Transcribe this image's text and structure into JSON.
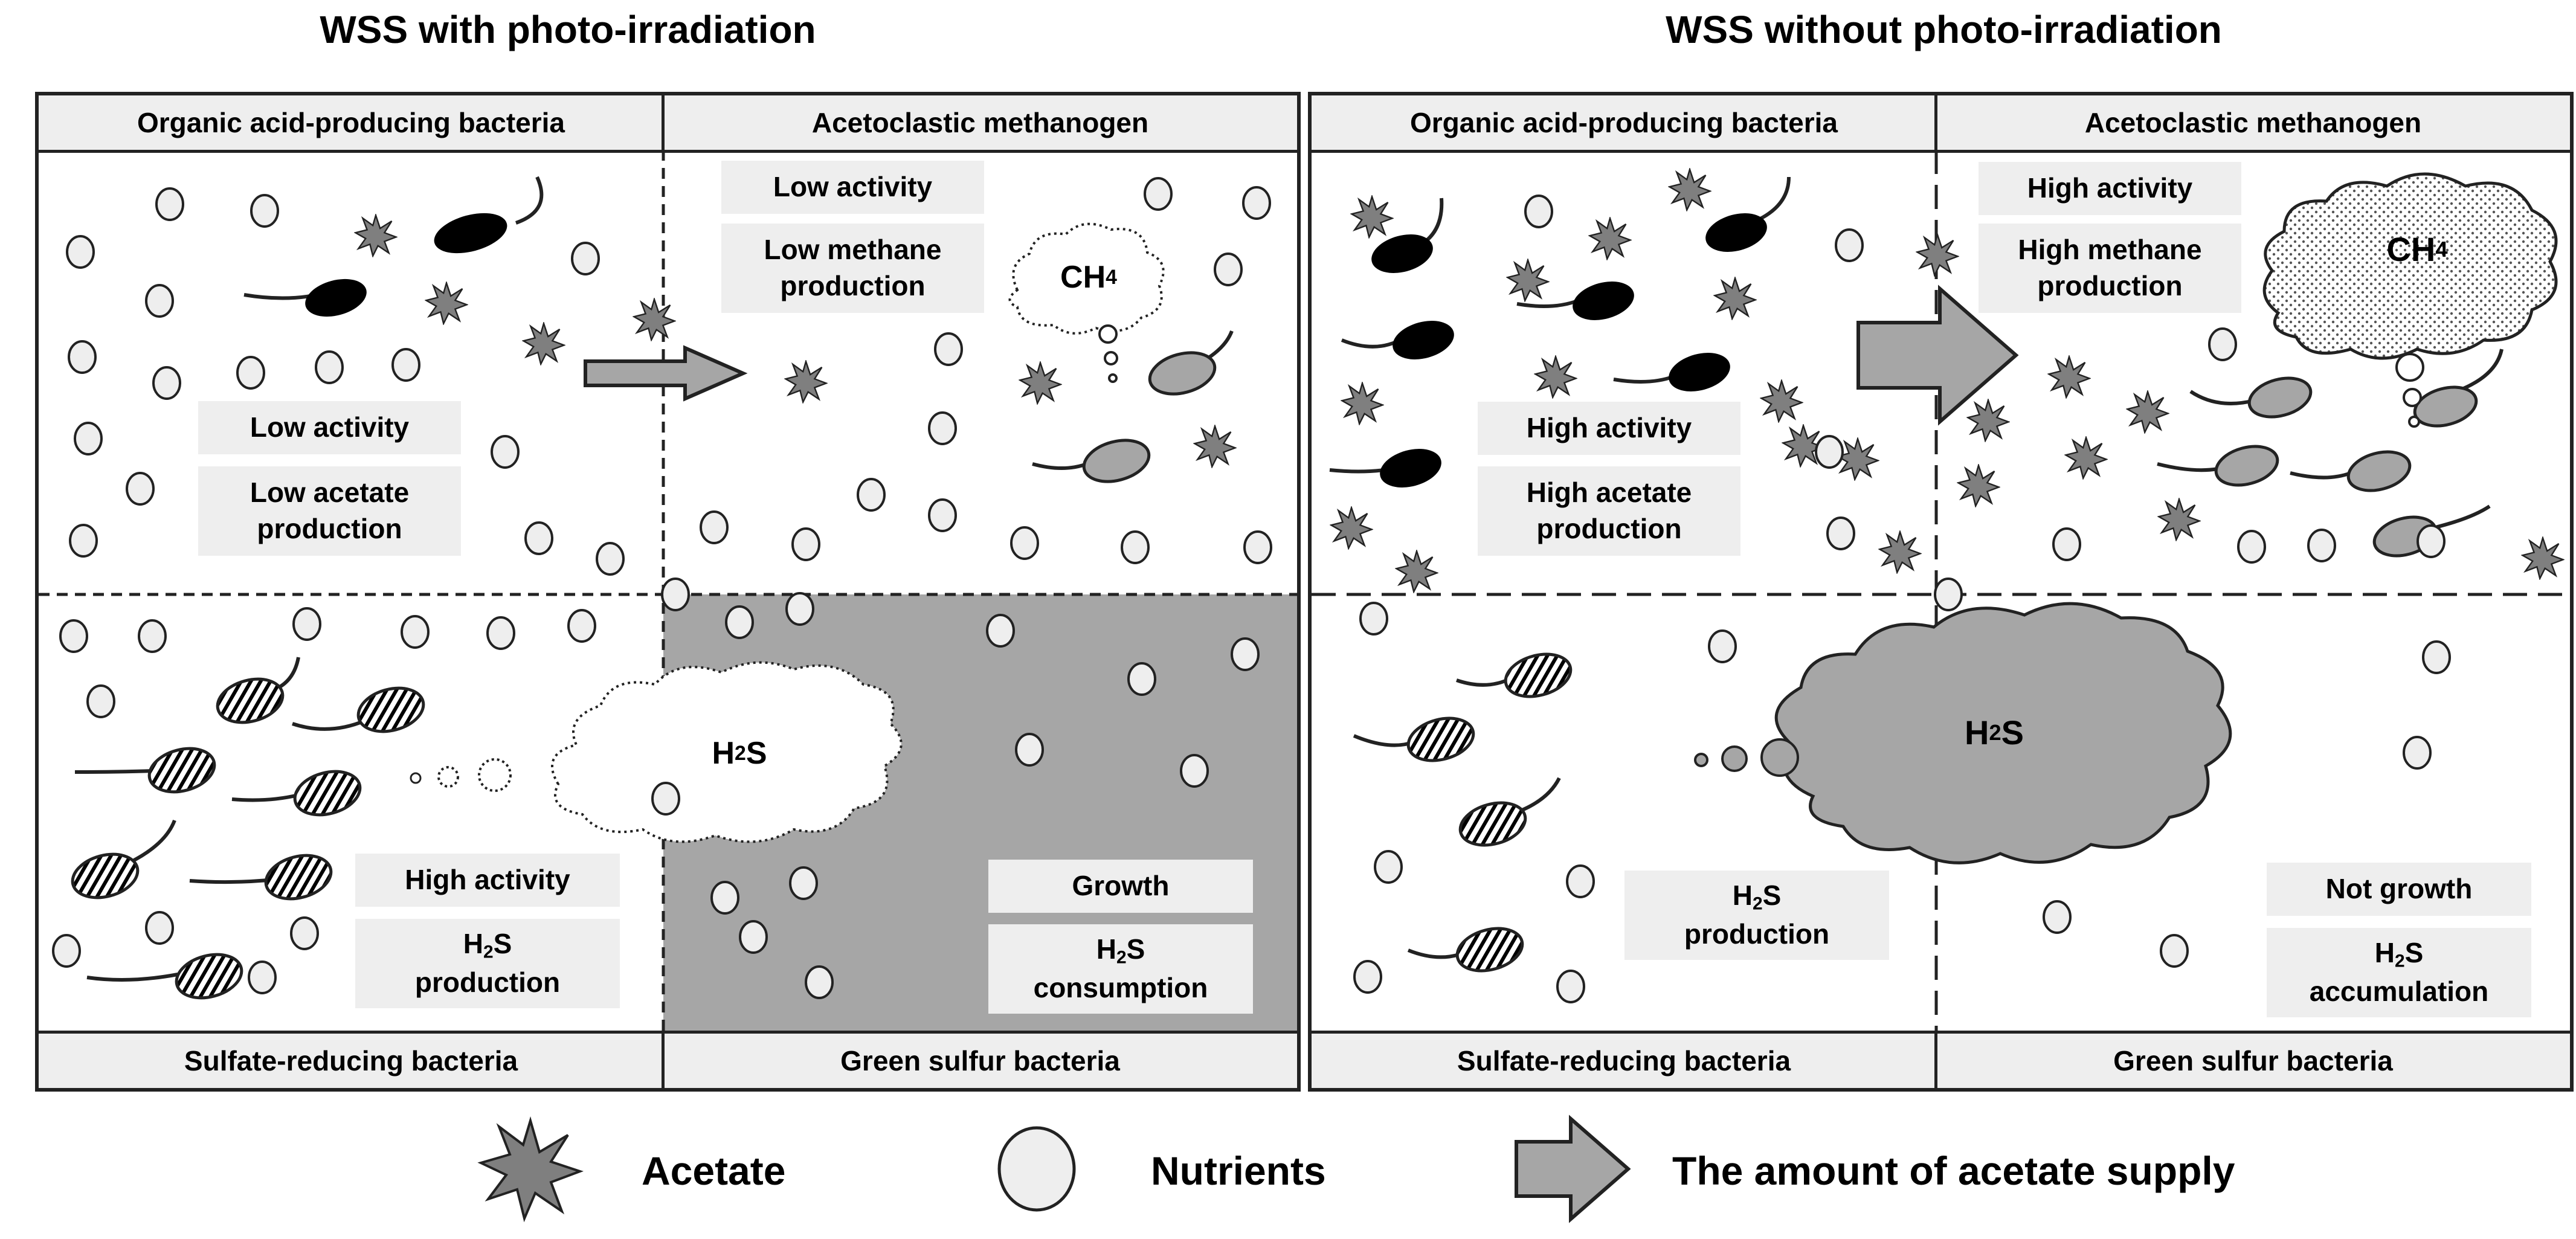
{
  "left_panel": {
    "title": "WSS with photo-irradiation",
    "top_left_header": "Organic acid-producing bacteria",
    "top_right_header": "Acetoclastic methanogen",
    "bottom_left_header": "Sulfate-reducing bacteria",
    "bottom_right_header": "Green sulfur bacteria",
    "oab_activity": "Low activity",
    "oab_production": "Low acetate production",
    "meth_activity": "Low activity",
    "meth_production": "Low methane production",
    "srb_activity": "High activity",
    "srb_production_prefix": "H",
    "srb_production_sub": "2",
    "srb_production_suffix": "S",
    "srb_production_word": "production",
    "gsb_growth": "Growth",
    "gsb_consumption_prefix": "H",
    "gsb_consumption_sub": "2",
    "gsb_consumption_suffix": "S",
    "gsb_consumption_word": "consumption",
    "cloud_ch4_prefix": "CH",
    "cloud_ch4_sub": "4",
    "cloud_h2s_prefix": "H",
    "cloud_h2s_sub": "2",
    "cloud_h2s_suffix": "S"
  },
  "right_panel": {
    "title": "WSS without photo-irradiation",
    "top_left_header": "Organic acid-producing bacteria",
    "top_right_header": "Acetoclastic methanogen",
    "bottom_left_header": "Sulfate-reducing bacteria",
    "bottom_right_header": "Green sulfur bacteria",
    "oab_activity": "High activity",
    "oab_production": "High acetate production",
    "meth_activity": "High activity",
    "meth_production": "High methane production",
    "srb_production_prefix": "H",
    "srb_production_sub": "2",
    "srb_production_suffix": "S",
    "srb_production_word": "production",
    "gsb_growth": "Not growth",
    "gsb_accum_prefix": "H",
    "gsb_accum_sub": "2",
    "gsb_accum_suffix": "S",
    "gsb_accum_word": "accumulation",
    "cloud_ch4_prefix": "CH",
    "cloud_ch4_sub": "4",
    "cloud_h2s_prefix": "H",
    "cloud_h2s_sub": "2",
    "cloud_h2s_suffix": "S"
  },
  "legend": {
    "acetate": "Acetate",
    "nutrients": "Nutrients",
    "supply": "The amount of acetate supply"
  },
  "colors": {
    "header_bg": "#eeeeee",
    "gsb_active_bg": "#a6a6a6",
    "cloud_gray": "#a6a6a6",
    "bacteria_black": "#000000",
    "methanogen_gray": "#a6a6a6",
    "star_gray": "#7f7f7f",
    "nutrient_fill": "#eeeeee"
  }
}
